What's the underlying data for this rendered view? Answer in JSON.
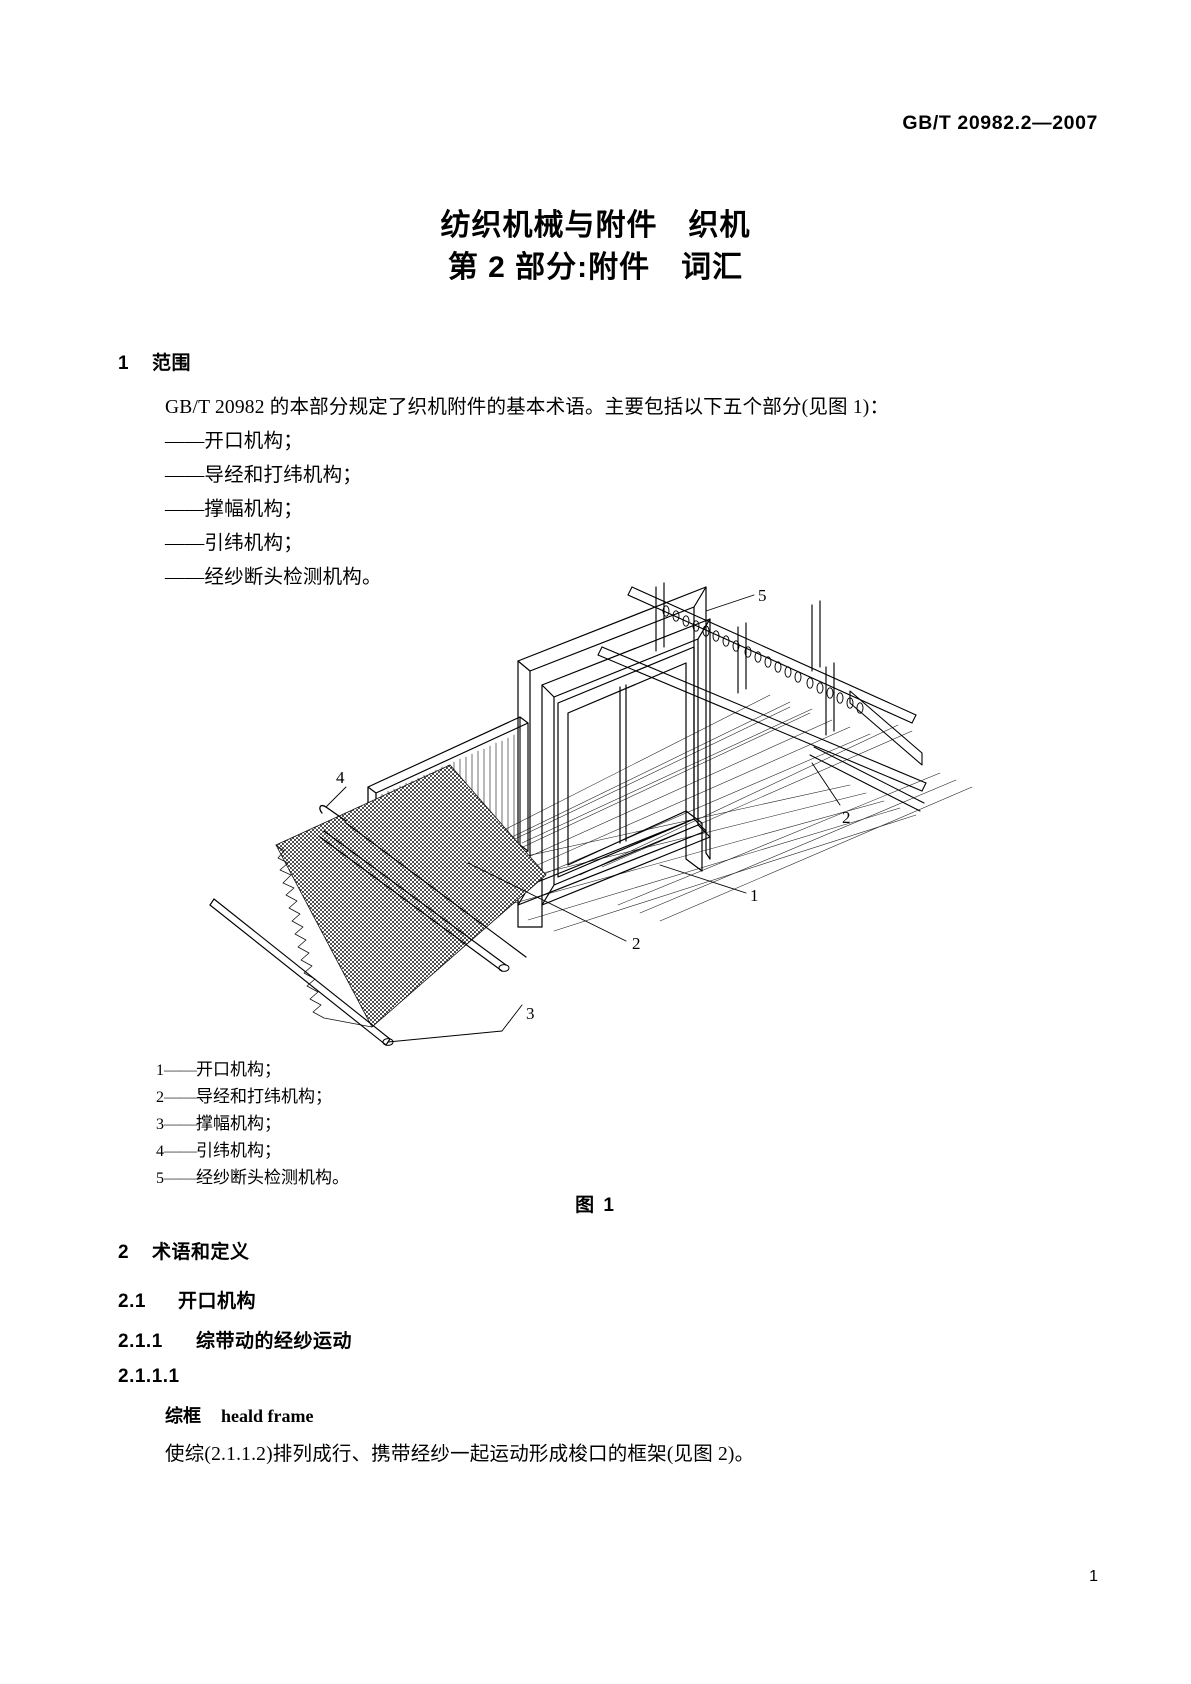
{
  "header": {
    "standard_number": "GB/T 20982.2—2007"
  },
  "title": {
    "line1": "纺织机械与附件　织机",
    "line2": "第 2 部分:附件　词汇"
  },
  "sections": {
    "scope": {
      "number": "1",
      "label": "范围",
      "intro": "GB/T 20982 的本部分规定了织机附件的基本术语。主要包括以下五个部分(见图 1)：",
      "items": [
        "——开口机构；",
        "——导经和打纬机构；",
        "——撑幅机构；",
        "——引纬机构；",
        "——经纱断头检测机构。"
      ]
    },
    "terms": {
      "number": "2",
      "label": "术语和定义"
    },
    "shedding": {
      "number": "2.1",
      "label": "开口机构"
    },
    "warp_motion": {
      "number": "2.1.1",
      "label": "综带动的经纱运动"
    },
    "heald_frame": {
      "number": "2.1.1.1",
      "term_cn": "综框",
      "term_en": "heald frame",
      "definition": "使综(2.1.1.2)排列成行、携带经纱一起运动形成梭口的框架(见图 2)。"
    }
  },
  "figure": {
    "caption": "图 1",
    "callouts": [
      "1",
      "2",
      "2",
      "3",
      "4",
      "5"
    ],
    "legend": [
      {
        "num": "1",
        "dash": "——",
        "text": "开口机构；"
      },
      {
        "num": "2",
        "dash": "——",
        "text": "导经和打纬机构；"
      },
      {
        "num": "3",
        "dash": "——",
        "text": "撑幅机构；"
      },
      {
        "num": "4",
        "dash": "——",
        "text": "引纬机构；"
      },
      {
        "num": "5",
        "dash": "——",
        "text": "经纱断头检测机构。"
      }
    ]
  },
  "footer": {
    "page_number": "1"
  }
}
